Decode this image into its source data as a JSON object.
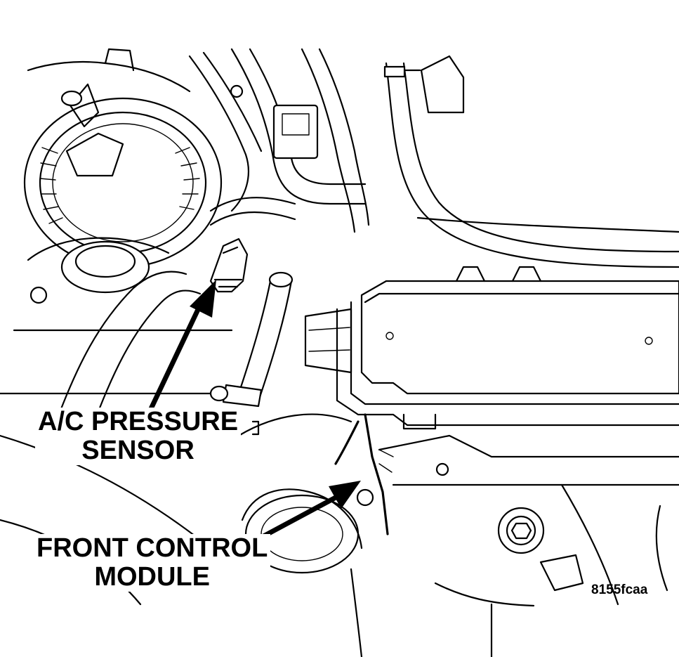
{
  "labels": {
    "ac_pressure_sensor": [
      "A/C PRESSURE",
      "SENSOR"
    ],
    "front_control_module": [
      "FRONT CONTROL",
      "MODULE"
    ]
  },
  "figure_code": "8155fcaa"
}
